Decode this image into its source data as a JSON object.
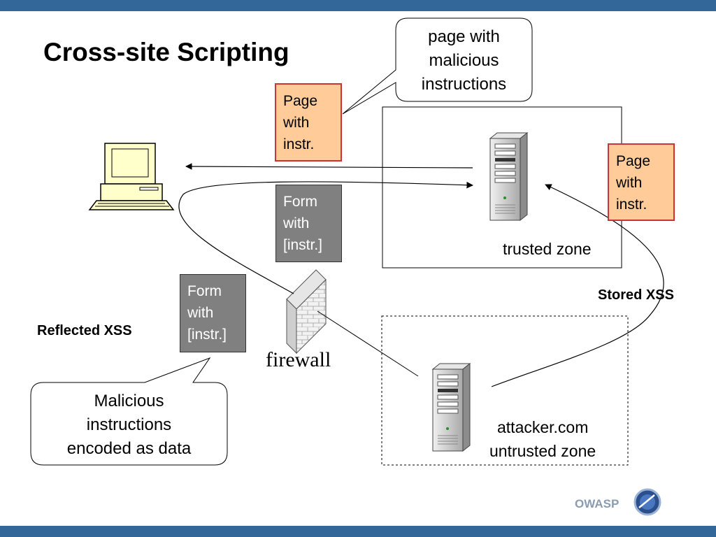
{
  "slide": {
    "title": "Cross-site Scripting"
  },
  "callouts": {
    "top": "page with\nmalicious\ninstructions",
    "bottom": "Malicious\ninstructions\nencoded as data"
  },
  "boxes": {
    "page_top": "Page\nwith\ninstr.",
    "page_right": "Page\nwith\ninstr.",
    "form_middle": "Form\nwith\n[instr.]",
    "form_left": "Form\nwith\n[instr.]"
  },
  "labels": {
    "trusted_zone": "trusted zone",
    "attacker_domain": "attacker.com",
    "untrusted_zone": "untrusted zone",
    "stored_xss": "Stored XSS",
    "reflected_xss": "Reflected XSS",
    "firewall": "firewall"
  },
  "footer": {
    "logo_text": "OWASP"
  },
  "colors": {
    "header_bar": "#336699",
    "page_box_fill": "#ffcc99",
    "page_box_border": "#cc3333",
    "form_box_fill": "#808080"
  },
  "icons": {
    "client": "computer-icon",
    "trusted_server": "server-icon",
    "attacker_server": "server-icon",
    "firewall": "brick-wall-icon",
    "logo": "owasp-logo-icon"
  }
}
